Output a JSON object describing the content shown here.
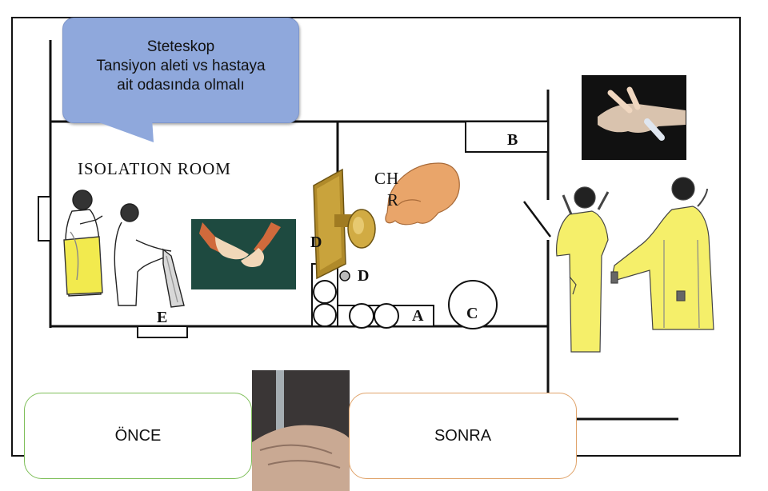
{
  "callout": {
    "line1": "Steteskop",
    "line2": "Tansiyon aleti vs hastaya",
    "line3": "ait odasında olmalı"
  },
  "room": {
    "isolation_label": "ISOLATION ROOM",
    "chart_label_fragment_1": "CH",
    "chart_label_fragment_2": "R",
    "letters": {
      "A": "A",
      "B": "B",
      "C": "C",
      "D_left": "D",
      "D_right": "D",
      "E": "E"
    }
  },
  "boxes": {
    "before": "ÖNCE",
    "after": "SONRA"
  },
  "colors": {
    "callout_fill": "#8fa8dc",
    "gown_yellow": "#f5ef6a",
    "glove_orange": "#e89a5e",
    "before_border": "#7fbf5a",
    "after_border": "#e0a36a"
  },
  "icons": {
    "stethoscope_callout": "speech-bubble",
    "door_handle": "door-handle-icon",
    "hand": "hand-icon",
    "gloves_photo": "gloves-image",
    "handwash_photo": "handwashing-image"
  }
}
